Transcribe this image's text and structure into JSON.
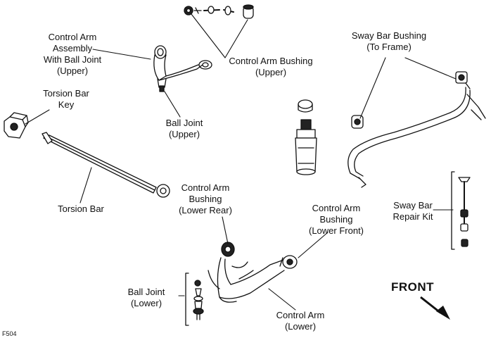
{
  "labels": {
    "control_arm_assembly_upper": "Control Arm\nAssembly\nWith Ball Joint\n(Upper)",
    "control_arm_bushing_upper": "Control Arm Bushing\n(Upper)",
    "sway_bar_bushing_frame": "Sway Bar Bushing\n(To Frame)",
    "torsion_bar_key": "Torsion Bar\nKey",
    "ball_joint_upper": "Ball Joint\n(Upper)",
    "torsion_bar": "Torsion Bar",
    "control_arm_bushing_lower_rear": "Control Arm\nBushing\n(Lower Rear)",
    "control_arm_bushing_lower_front": "Control Arm\nBushing\n(Lower Front)",
    "sway_bar_repair_kit": "Sway Bar\nRepair Kit",
    "ball_joint_lower": "Ball Joint\n(Lower)",
    "control_arm_lower": "Control Arm\n(Lower)",
    "front": "FRONT",
    "figure_code": "F504"
  },
  "colors": {
    "ink": "#111111",
    "paper": "#ffffff",
    "shade": "#444444"
  }
}
